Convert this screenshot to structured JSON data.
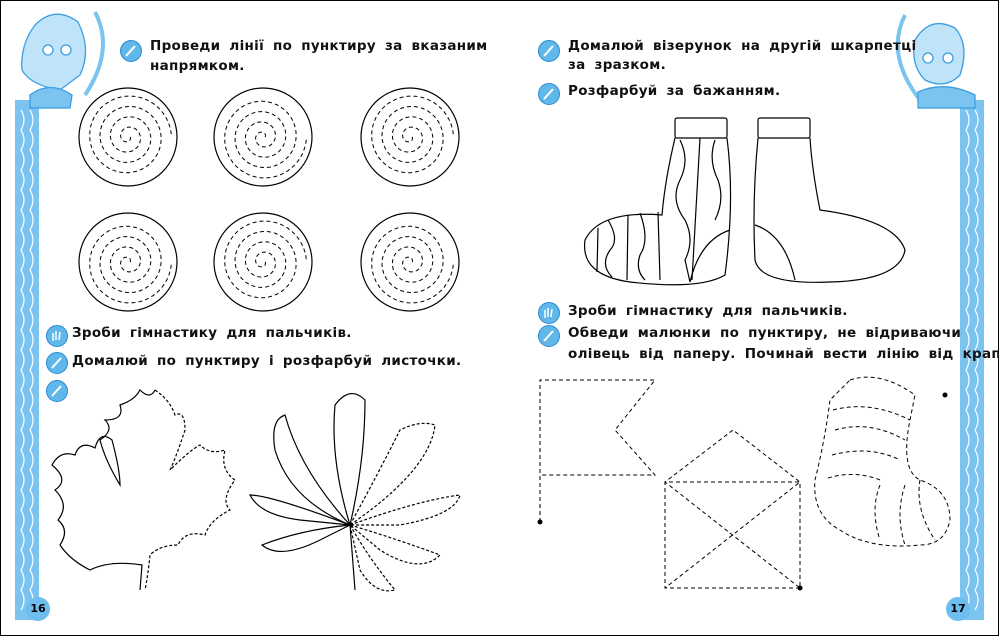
{
  "left_page": {
    "page_number": "16",
    "task1": {
      "line1": "Проведи лінії по пунктиру за вказаним",
      "line2": "напрямком.",
      "icon": "pencil-icon"
    },
    "task2": {
      "text": "Зроби гімнастику для пальчиків.",
      "icon": "hand-icon"
    },
    "task3": {
      "text": "Домалюй по пунктиру і розфарбуй листочки.",
      "icon": "pencil-icon"
    },
    "task4": {
      "icon": "pencil-icon"
    }
  },
  "right_page": {
    "page_number": "17",
    "task1": {
      "line1": "Домалюй візерунок на другій шкарпетці",
      "line2": "за зразком.",
      "icon": "pencil-icon"
    },
    "task2": {
      "text": "Розфарбуй за бажанням.",
      "icon": "pencil-icon"
    },
    "task3": {
      "text": "Зроби гімнастику для пальчиків.",
      "icon": "hand-icon"
    },
    "task4": {
      "line1": "Обведи малюнки по пунктиру, не відриваючи",
      "line2": "олівець від паперу. Починай вести лінію від крапки.",
      "icon": "pencil-icon"
    }
  },
  "colors": {
    "accent": "#7cc4f0",
    "accent_dark": "#2b8bd0"
  }
}
